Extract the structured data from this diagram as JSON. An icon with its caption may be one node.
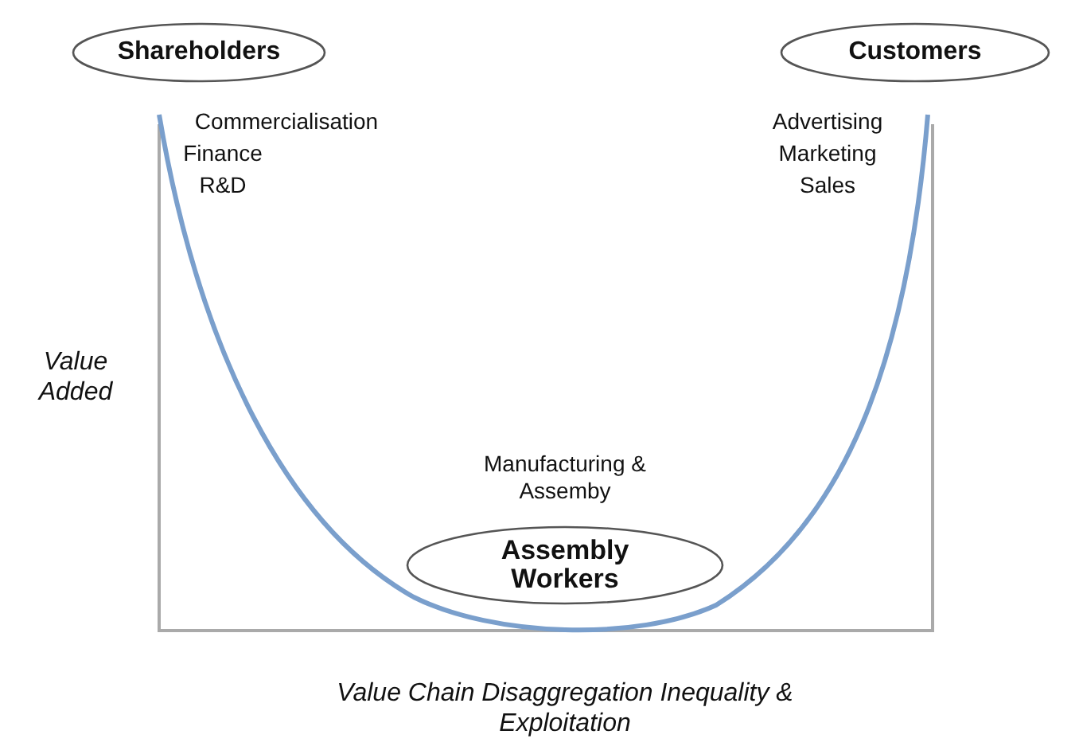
{
  "diagram": {
    "nodes": [
      {
        "text": [
          "Shareholders"
        ]
      },
      {
        "text": [
          "Customers"
        ]
      },
      {
        "text": [
          "Assembly Workers"
        ]
      }
    ],
    "labels": [
      "Commercialisation",
      "Finance",
      "R&D",
      "Advertising",
      "Marketing",
      "Sales",
      "Value Added",
      "Manufacturing & Assemby",
      "Value Chain Disaggregation Inequality & Exploitation"
    ]
  }
}
